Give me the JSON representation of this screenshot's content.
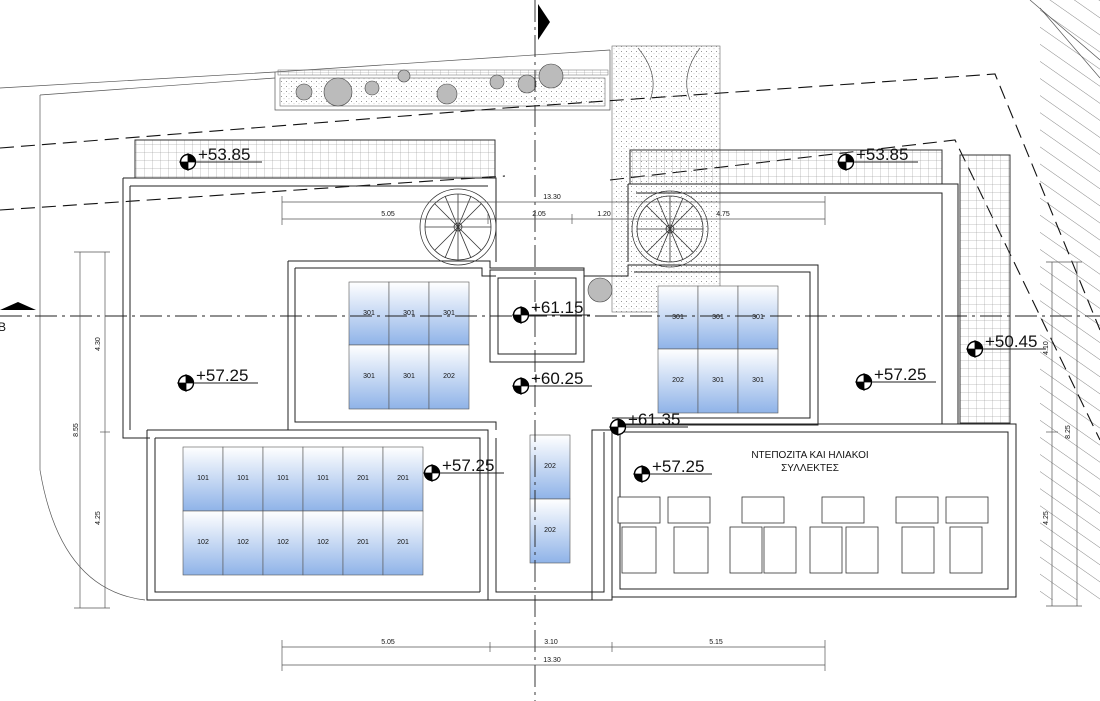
{
  "section_label": "B",
  "top_dimensions": {
    "total": "13.30",
    "segments": [
      "5.05",
      "2.05",
      "1.20",
      "4.75"
    ]
  },
  "bottom_dimensions": {
    "segments": [
      "5.05",
      "3.10",
      "5.15"
    ],
    "total": "13.30"
  },
  "left_dimensions": {
    "total": "8.55",
    "upper": "4.30",
    "lower": "4.25"
  },
  "right_dimensions": {
    "total": "8.25",
    "upper": "4.10",
    "lower": "4.25"
  },
  "levels": [
    "+53.85",
    "+53.85",
    "+57.25",
    "+60.25",
    "+61.15",
    "+57.25",
    "+61.35",
    "+57.25",
    "+57.25",
    "+50.45"
  ],
  "panels": {
    "left_block": [
      [
        "101",
        "101",
        "101",
        "101",
        "201",
        "201"
      ],
      [
        "102",
        "102",
        "102",
        "102",
        "201",
        "201"
      ]
    ],
    "center_block": [
      [
        "301",
        "301",
        "301"
      ],
      [
        "301",
        "301",
        "202"
      ]
    ],
    "right_block": [
      [
        "301",
        "301",
        "301"
      ],
      [
        "202",
        "301",
        "301"
      ]
    ],
    "column_block": [
      "202",
      "202"
    ]
  },
  "note": {
    "line1": "ΝΤΕΠΟΖΙΤΑ ΚΑΙ ΗΛΙΑΚΟΙ",
    "line2": "ΣΥΛΛΕΚΤΕΣ"
  }
}
